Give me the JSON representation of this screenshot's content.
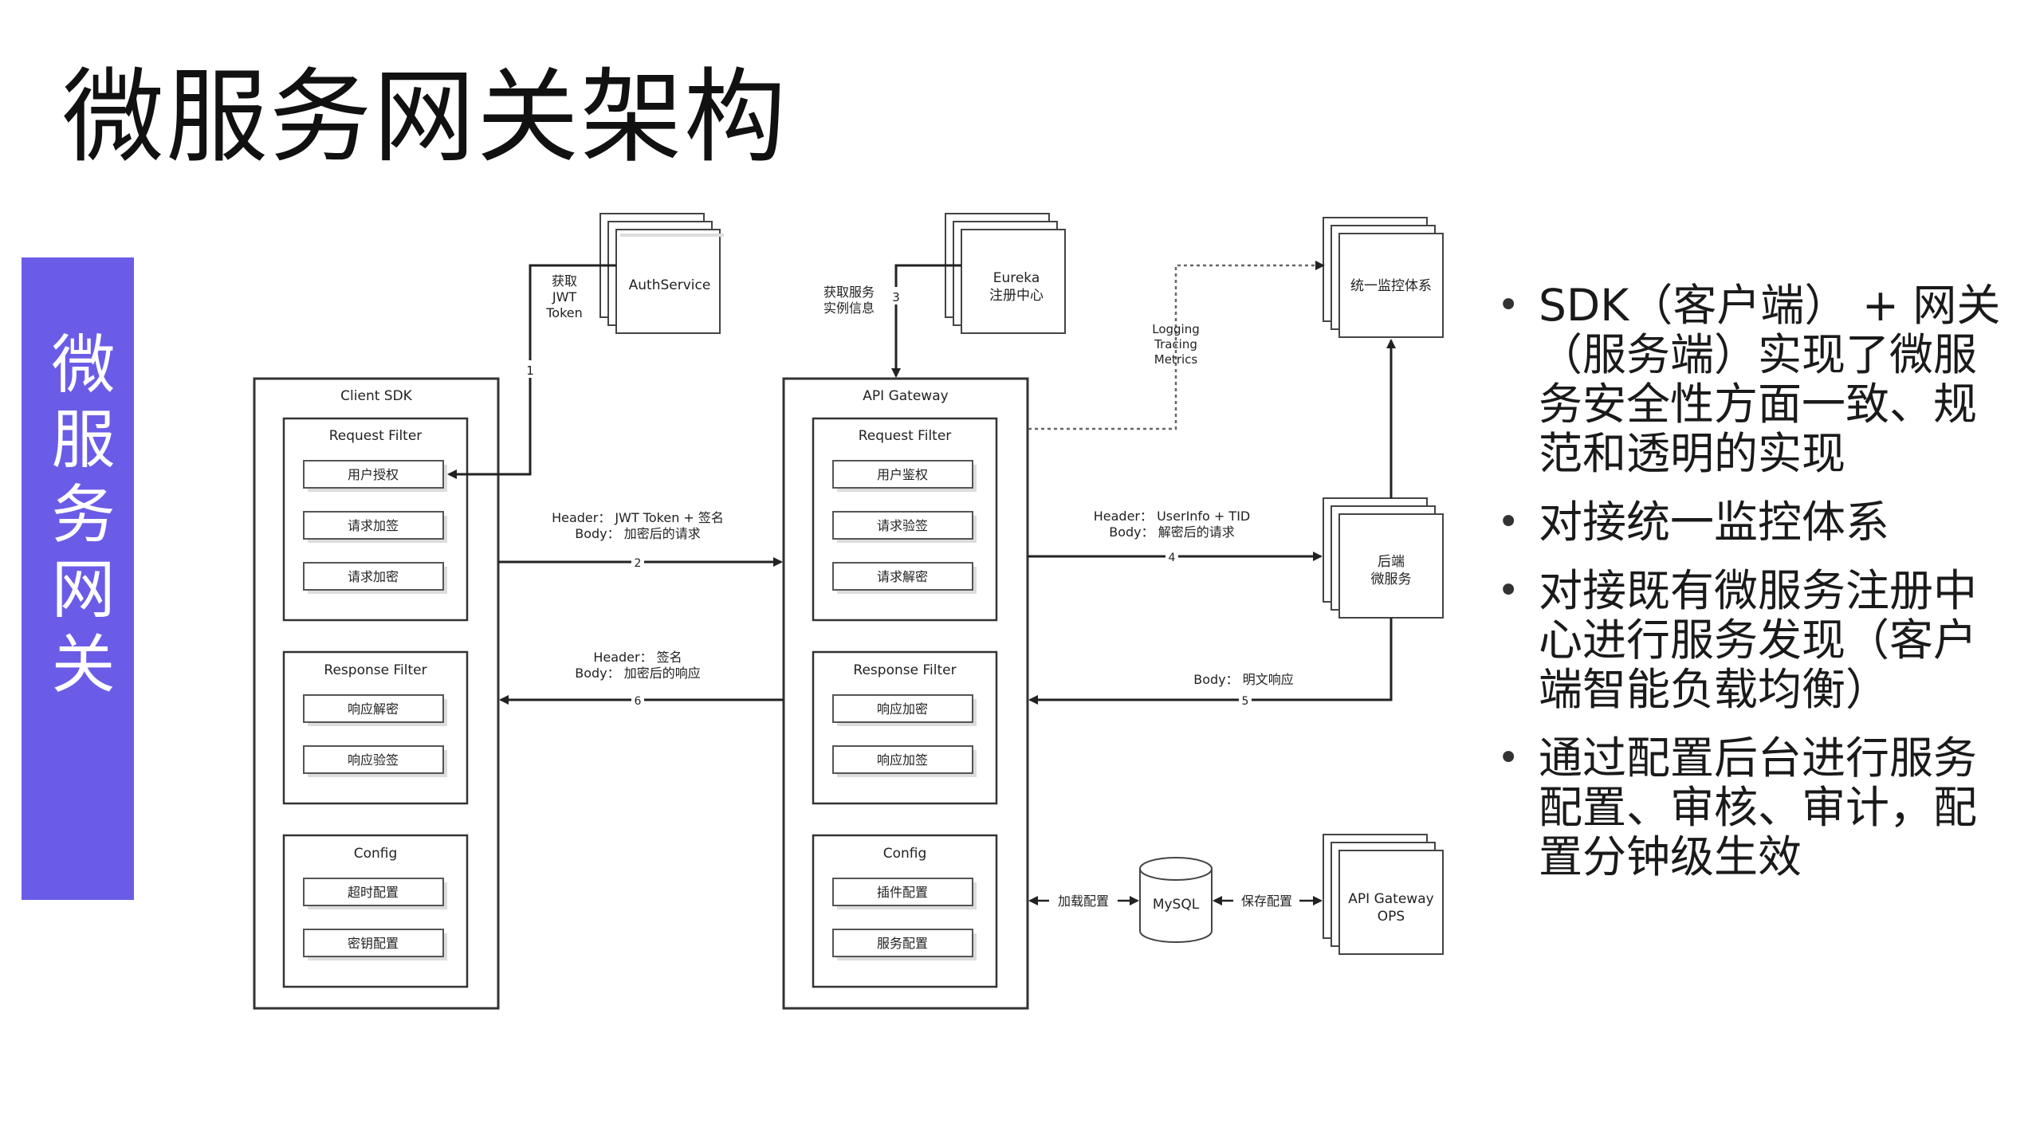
{
  "title": "微服务网关架构",
  "sidebar_label": "微服务网关",
  "bullets": [
    "SDK（客户端） + 网关（服务端）实现了微服务安全性方面一致、规范和透明的实现",
    "对接统一监控体系",
    "对接既有微服务注册中心进行服务发现（客户端智能负载均衡）",
    "通过配置后台进行服务配置、审核、审计，配置分钟级生效"
  ],
  "diagram": {
    "client_sdk": {
      "title": "Client SDK",
      "request_filter": {
        "title": "Request Filter",
        "items": [
          "用户授权",
          "请求加签",
          "请求加密"
        ]
      },
      "response_filter": {
        "title": "Response Filter",
        "items": [
          "响应解密",
          "响应验签"
        ]
      },
      "config": {
        "title": "Config",
        "items": [
          "超时配置",
          "密钥配置"
        ]
      }
    },
    "api_gateway": {
      "title": "API Gateway",
      "request_filter": {
        "title": "Request Filter",
        "items": [
          "用户鉴权",
          "请求验签",
          "请求解密"
        ]
      },
      "response_filter": {
        "title": "Response Filter",
        "items": [
          "响应加密",
          "响应加签"
        ]
      },
      "config": {
        "title": "Config",
        "items": [
          "插件配置",
          "服务配置"
        ]
      }
    },
    "auth_service": "AuthService",
    "eureka": [
      "Eureka",
      "注册中心"
    ],
    "monitor": "统一监控体系",
    "backend": [
      "后端",
      "微服务"
    ],
    "ops": [
      "API Gateway",
      "OPS"
    ],
    "mysql": "MySQL",
    "labels": {
      "jwt": [
        "获取",
        "JWT",
        "Token"
      ],
      "step1": "1",
      "service_info": [
        "获取服务",
        "实例信息"
      ],
      "step3": "3",
      "logging": [
        "Logging",
        "Tracing",
        "Metrics"
      ],
      "req2": [
        "Header： JWT Token + 签名",
        "Body： 加密后的请求"
      ],
      "step2": "2",
      "req4": [
        "Header： UserInfo + TID",
        "Body： 解密后的请求"
      ],
      "step4": "4",
      "resp6": [
        "Header： 签名",
        "Body： 加密后的响应"
      ],
      "step6": "6",
      "resp5": "Body： 明文响应",
      "step5": "5",
      "load_config": "加载配置",
      "save_config": "保存配置"
    }
  }
}
